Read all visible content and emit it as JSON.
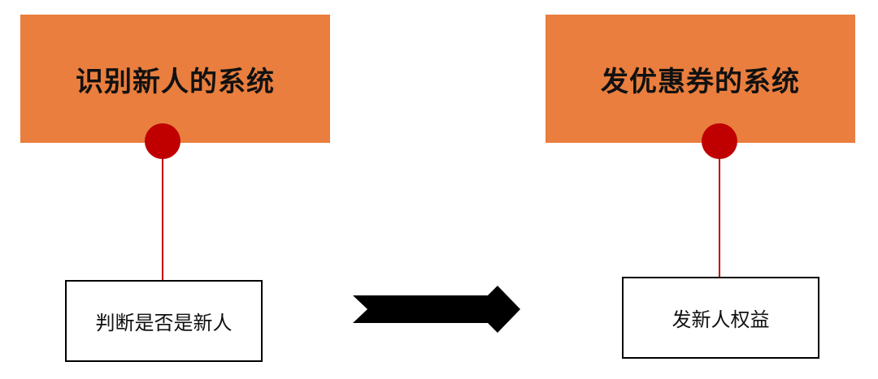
{
  "left": {
    "system_title": "识别新人的系统",
    "function_label": "判断是否是新人"
  },
  "right": {
    "system_title": "发优惠券的系统",
    "function_label": "发新人权益"
  },
  "colors": {
    "system_box": "#E97E3E",
    "connector": "#C00000",
    "arrow": "#000000"
  }
}
